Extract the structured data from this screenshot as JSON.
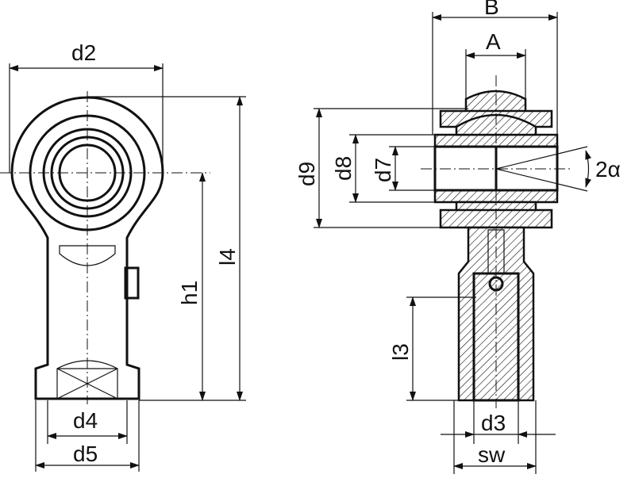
{
  "title": "Rod end with female thread - technical drawing",
  "labels": {
    "B": "B",
    "A": "A",
    "d2": "d2",
    "d9": "d9",
    "d8": "d8",
    "d7": "d7",
    "alpha": "2α",
    "l4": "l4",
    "h1": "h1",
    "l3": "l3",
    "d4": "d4",
    "d5": "d5",
    "d3": "d3",
    "sw": "sw"
  },
  "colors": {
    "line": "#111111",
    "background": "#ffffff"
  }
}
